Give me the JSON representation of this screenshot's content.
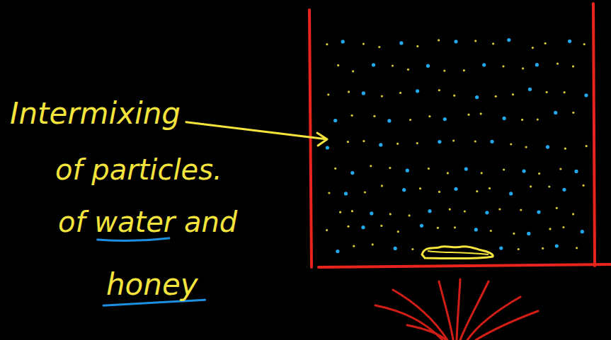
{
  "diagram": {
    "labels": [
      "Intermixing",
      "of particles.",
      "of water and",
      "honey"
    ]
  }
}
